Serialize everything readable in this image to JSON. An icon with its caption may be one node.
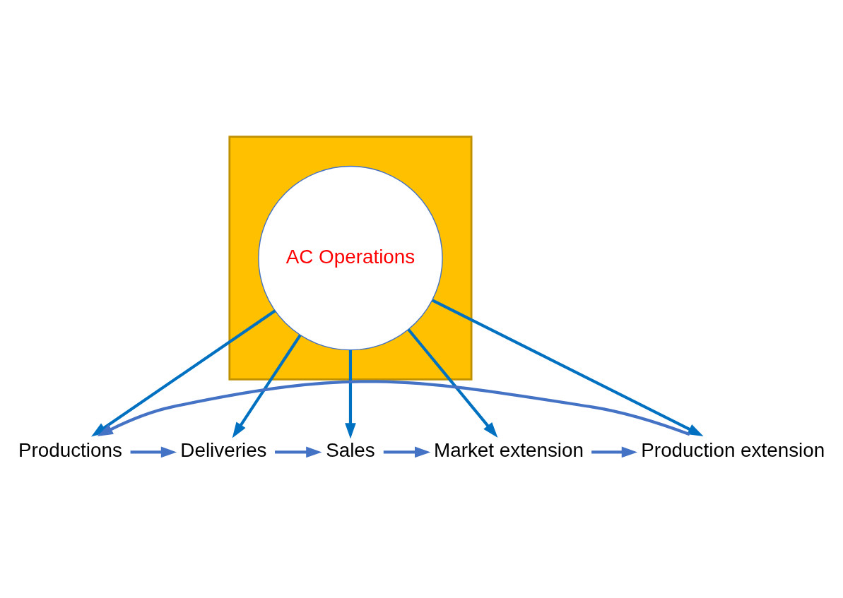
{
  "diagram": {
    "nodes": [
      {
        "text": [],
        "shape": "pentagon"
      },
      {
        "text": [
          "AC Operations"
        ],
        "in": 0
      },
      {
        "text": [
          "Productions"
        ]
      },
      {
        "text": [
          "Deliveries"
        ]
      },
      {
        "text": [
          "Sales"
        ]
      },
      {
        "text": [
          "Market extension"
        ]
      },
      {
        "text": [
          "Production extension"
        ]
      }
    ],
    "edges": [
      {
        "from": 1,
        "to": 2,
        "arrow": "to"
      },
      {
        "from": 1,
        "to": 3,
        "arrow": "to"
      },
      {
        "from": 1,
        "to": 4,
        "arrow": "to"
      },
      {
        "from": 1,
        "to": 5,
        "arrow": "to"
      },
      {
        "from": 1,
        "to": 6,
        "arrow": "to"
      },
      {
        "from": 2,
        "to": 3,
        "arrow": "to",
        "color": "#4472c4"
      },
      {
        "from": 3,
        "to": 4,
        "arrow": "to",
        "color": "#4472c4"
      },
      {
        "from": 4,
        "to": 5,
        "arrow": "to",
        "color": "#4472c4"
      },
      {
        "from": 5,
        "to": 6,
        "arrow": "to",
        "color": "#4472c4"
      },
      {
        "from": 6,
        "to": 2,
        "arrow": "to",
        "color": "#4472c4"
      }
    ]
  }
}
